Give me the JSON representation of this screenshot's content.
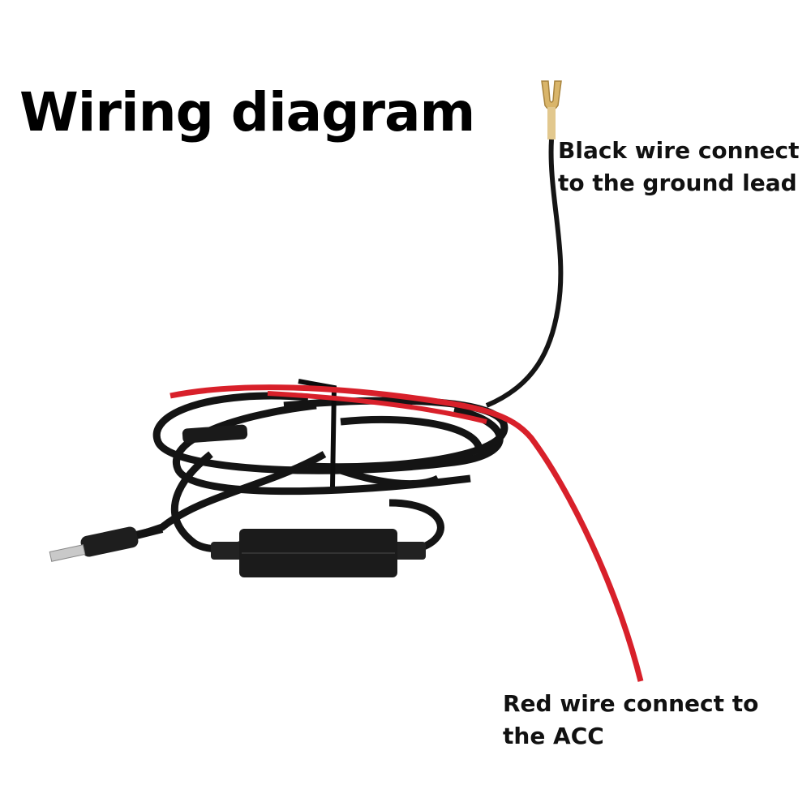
{
  "title": "Wiring diagram",
  "labels": {
    "black_wire": "Black wire connect to the  ground lead",
    "red_wire": "Red wire connect to the ACC"
  },
  "colors": {
    "red_wire": "#d8202a",
    "black_wire": "#111111",
    "terminal": "#d9b56a"
  }
}
